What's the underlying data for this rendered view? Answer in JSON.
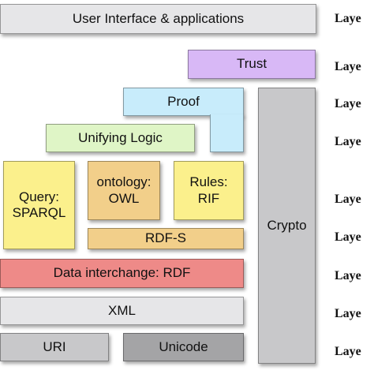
{
  "diagram": {
    "boxes": {
      "ui_apps": "User Interface & applications",
      "trust": "Trust",
      "proof": "Proof",
      "unifying_logic": "Unifying Logic",
      "query_line1": "Query:",
      "query_line2": "SPARQL",
      "ontology_line1": "ontology:",
      "ontology_line2": "OWL",
      "rules_line1": "Rules:",
      "rules_line2": "RIF",
      "rdfs": "RDF-S",
      "data_interchange": "Data interchange: RDF",
      "xml": "XML",
      "uri": "URI",
      "unicode": "Unicode",
      "crypto": "Crypto"
    },
    "layer_labels": [
      "Laye",
      "Laye",
      "Laye",
      "Laye",
      "Laye",
      "Laye",
      "Laye",
      "Laye",
      "Laye"
    ],
    "colors": {
      "grey_light": "#e6e6e8",
      "grey_mid": "#c8c8ca",
      "grey_dark": "#a4a4a6",
      "purple": "#d8b8f6",
      "light_blue": "#c8ecfb",
      "light_green": "#dff5c6",
      "yellow": "#fbf08c",
      "orange": "#f2cf8a",
      "red": "#ee8a88"
    }
  }
}
